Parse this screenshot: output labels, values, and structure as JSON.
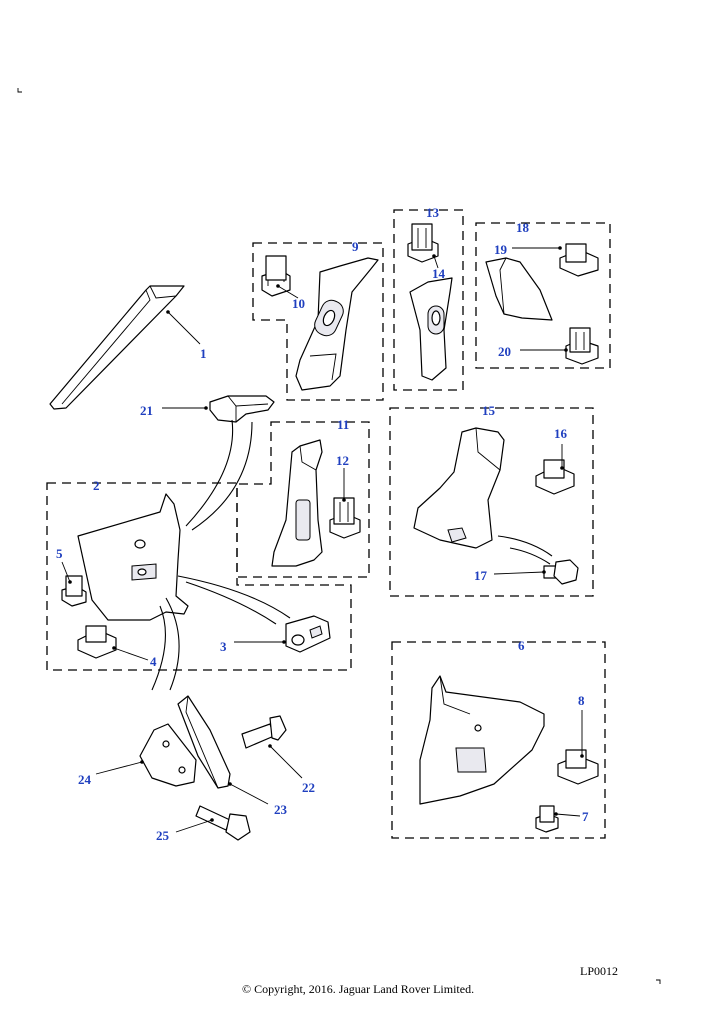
{
  "diagram": {
    "reference_code": "LP0012",
    "copyright": "© Copyright, 2016. Jaguar Land Rover Limited.",
    "callouts": [
      "1",
      "2",
      "3",
      "4",
      "5",
      "6",
      "7",
      "8",
      "9",
      "10",
      "11",
      "12",
      "13",
      "14",
      "15",
      "16",
      "17",
      "18",
      "19",
      "20",
      "21",
      "22",
      "23",
      "24",
      "25"
    ]
  }
}
